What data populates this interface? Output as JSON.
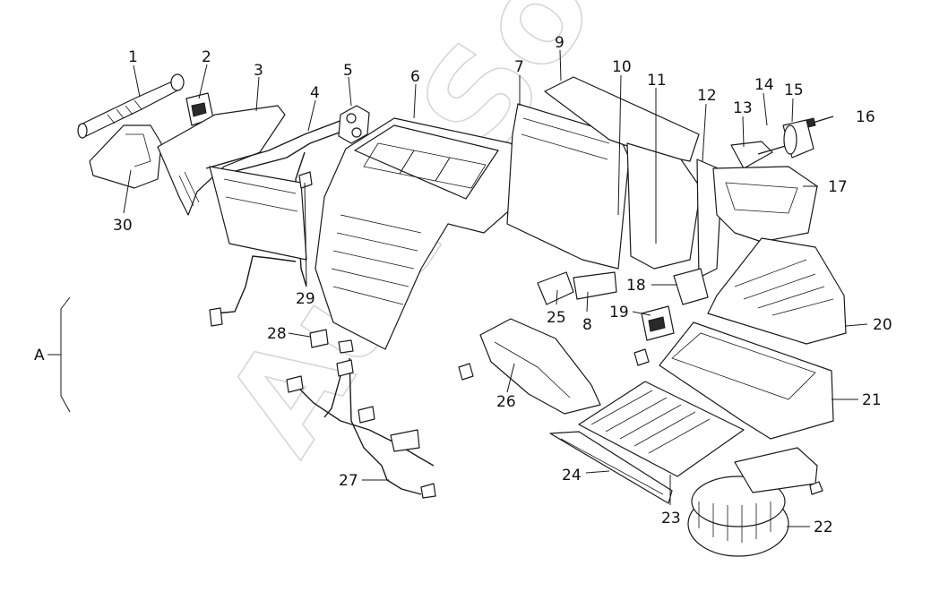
{
  "watermark": "AutoSoft",
  "group_label": "A",
  "callouts": [
    "1",
    "2",
    "3",
    "4",
    "5",
    "6",
    "7",
    "8",
    "9",
    "10",
    "11",
    "12",
    "13",
    "14",
    "15",
    "16",
    "17",
    "18",
    "19",
    "20",
    "21",
    "22",
    "23",
    "24",
    "25",
    "26",
    "27",
    "28",
    "29",
    "30"
  ]
}
